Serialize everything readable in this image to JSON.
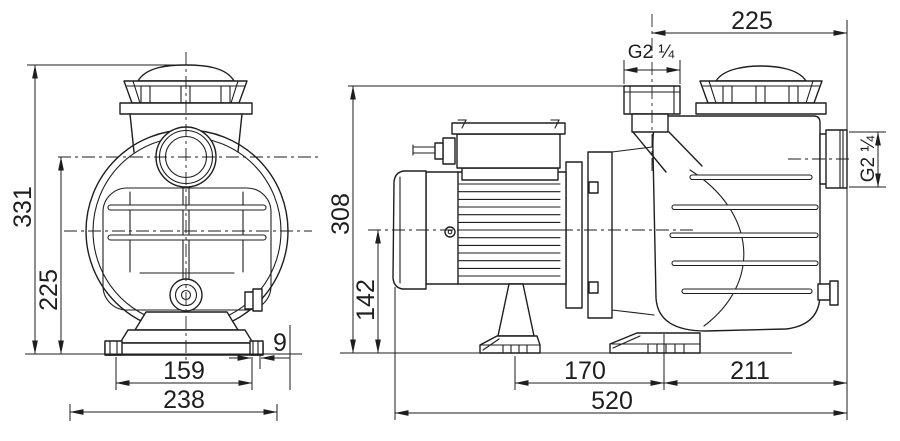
{
  "drawing": {
    "description": "Two-view dimensioned engineering drawing of a swimming-pool pump (front elevation and side elevation)",
    "ink_color": "#1e1e1e",
    "background_color": "#ffffff",
    "units": "mm",
    "front_view": {
      "overall_height": "331",
      "inlet_center_height": "225",
      "base_slot_width": "9",
      "base_bolt_spacing": "159",
      "base_width": "238"
    },
    "side_view": {
      "port_center_to_outlet_face": "225",
      "top_port_thread": "G2 ¼",
      "side_port_thread": "G2 ¼",
      "overall_height_to_port": "308",
      "motor_axis_height": "142",
      "foot_center_spacing": "170",
      "foot_to_outlet_face": "211",
      "overall_length": "520"
    }
  }
}
